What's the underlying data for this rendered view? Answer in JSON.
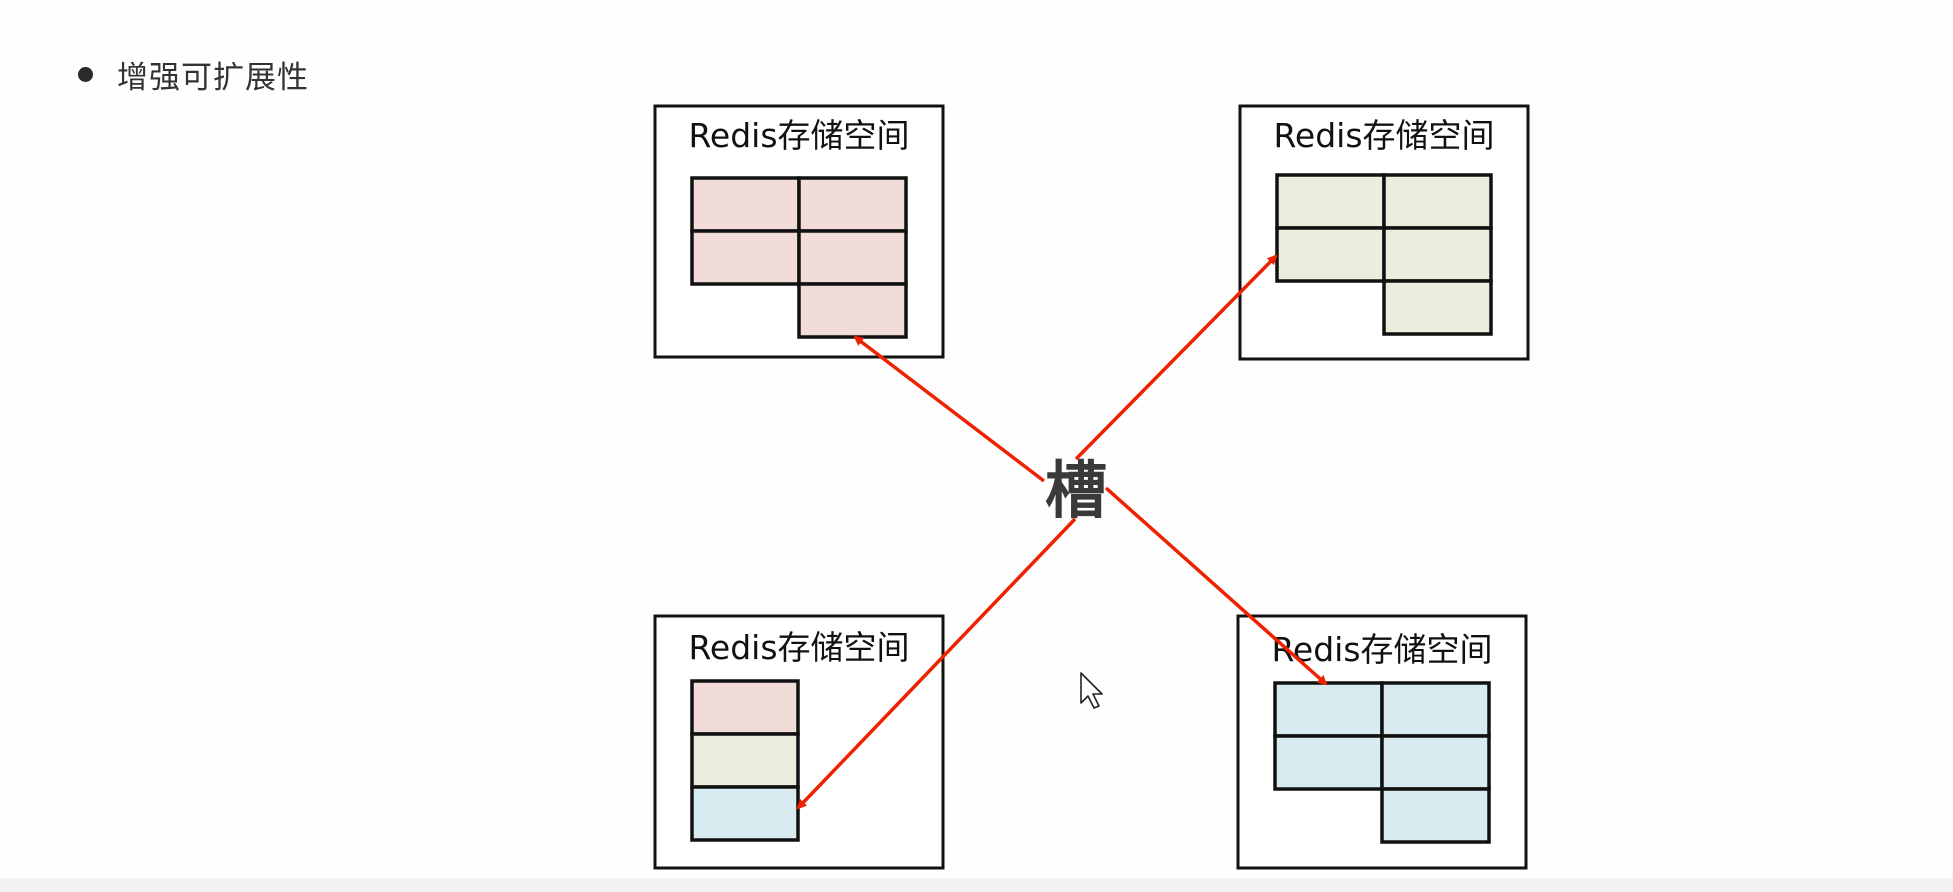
{
  "bullet": {
    "text": "增强可扩展性"
  },
  "center_label": "槽",
  "boxes": [
    {
      "id": "top-left",
      "title": "Redis存储空间"
    },
    {
      "id": "top-right",
      "title": "Redis存储空间"
    },
    {
      "id": "bottom-left",
      "title": "Redis存储空间"
    },
    {
      "id": "bottom-right",
      "title": "Redis存储空间"
    }
  ],
  "colors": {
    "pink": "#f2dcd9",
    "green": "#eaeedd",
    "blue": "#d8ebf1",
    "arrow": "#ee2200"
  }
}
